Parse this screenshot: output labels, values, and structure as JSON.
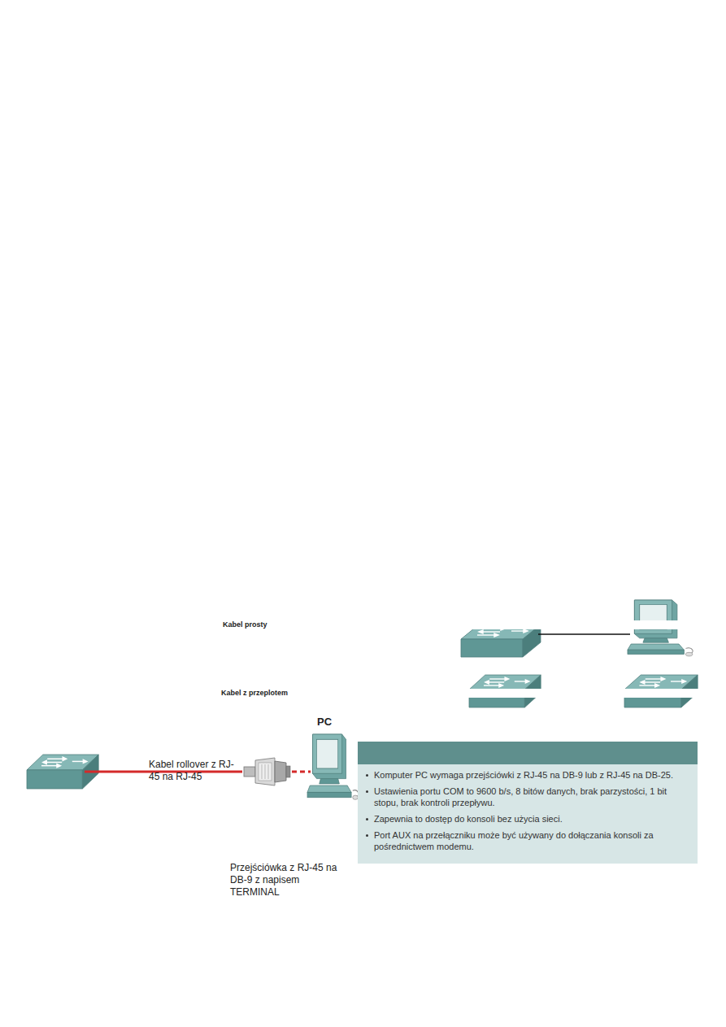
{
  "diagram": {
    "nodes": [
      {
        "text": [
          "PC"
        ]
      },
      {
        "text": [
          "Komputer PC wymaga przejściówki z RJ-45 na DB-9 lub z RJ-45 na DB-25.",
          "Ustawienia portu COM to 9600 b/s, 8 bitów danych, brak parzystości, 1 bit stopu, brak kontroli przepływu.",
          "Zapewnia to dostęp do konsoli bez użycia sieci.",
          "Port AUX na przełączniku może być używany do dołączania konsoli za pośrednictwem modemu."
        ]
      }
    ],
    "labels": [
      "Kabel prosty",
      "Kabel z przeplotem",
      "Kabel rollover z RJ-45 na RJ-45",
      "Przejściówka z RJ-45 na DB-9 z napisem TERMINAL"
    ]
  }
}
